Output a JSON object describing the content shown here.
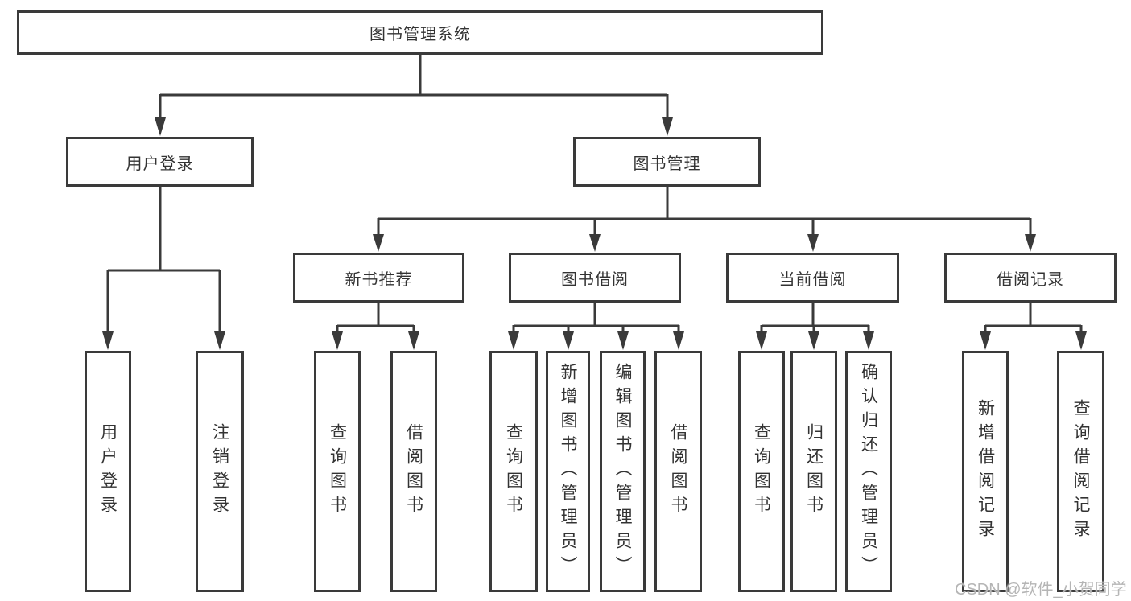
{
  "diagram": {
    "root": {
      "label": "图书管理系统"
    },
    "level2": [
      {
        "label": "用户登录"
      },
      {
        "label": "图书管理"
      }
    ],
    "level3": [
      {
        "label": "新书推荐"
      },
      {
        "label": "图书借阅"
      },
      {
        "label": "当前借阅"
      },
      {
        "label": "借阅记录"
      }
    ],
    "leaves": {
      "user_login": [
        "用户登录",
        "注销登录"
      ],
      "new_books": [
        "查询图书",
        "借阅图书"
      ],
      "book_borrow": [
        "查询图书",
        "新增图书（管理员）",
        "编辑图书（管理员）",
        "借阅图书"
      ],
      "current_borrow": [
        "查询图书",
        "归还图书",
        "确认归还（管理员）"
      ],
      "borrow_records": [
        "新增借阅记录",
        "查询借阅记录"
      ]
    }
  },
  "watermark": "CSDN @软件_小贺同学",
  "colors": {
    "line": "#3a3a3a",
    "text": "#333333",
    "watermark": "#b5b5b5",
    "background": "#ffffff"
  }
}
